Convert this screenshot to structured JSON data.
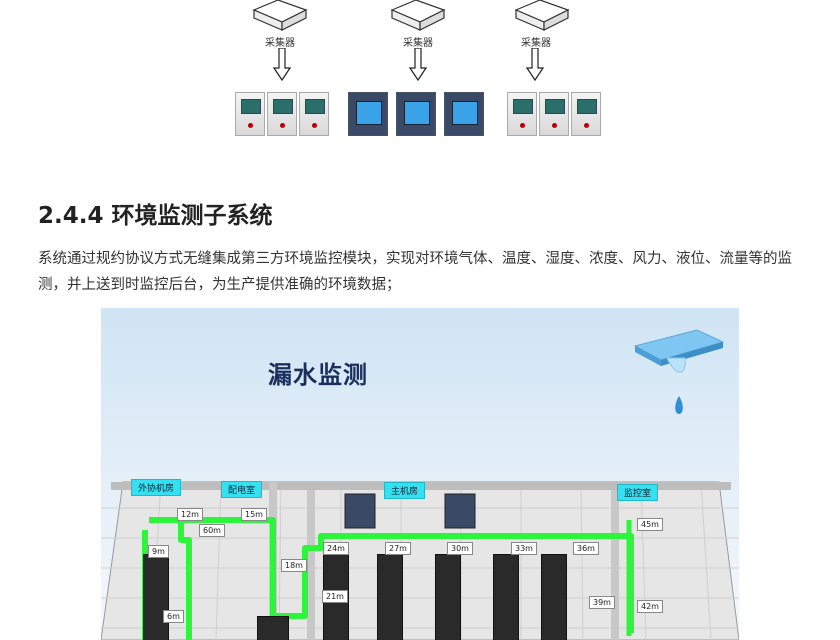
{
  "top_diagram": {
    "collectors": [
      {
        "label": "采集器"
      },
      {
        "label": "采集器"
      },
      {
        "label": "采集器"
      }
    ]
  },
  "section": {
    "heading": "2.4.4 环境监测子系统",
    "paragraph": "系统通过规约协议方式无缝集成第三方环境监控模块，实现对环境气体、温度、湿度、浓度、风力、液位、流量等的监测，并上送到时监控后台，为生产提供准确的环境数据；"
  },
  "illustration": {
    "title": "漏水监测",
    "rooms": [
      "外协机房",
      "配电室",
      "主机房",
      "监控室"
    ],
    "distances": [
      "12m",
      "15m",
      "60m",
      "9m",
      "18m",
      "24m",
      "27m",
      "30m",
      "33m",
      "36m",
      "21m",
      "6m",
      "39m",
      "45m",
      "42m"
    ]
  }
}
